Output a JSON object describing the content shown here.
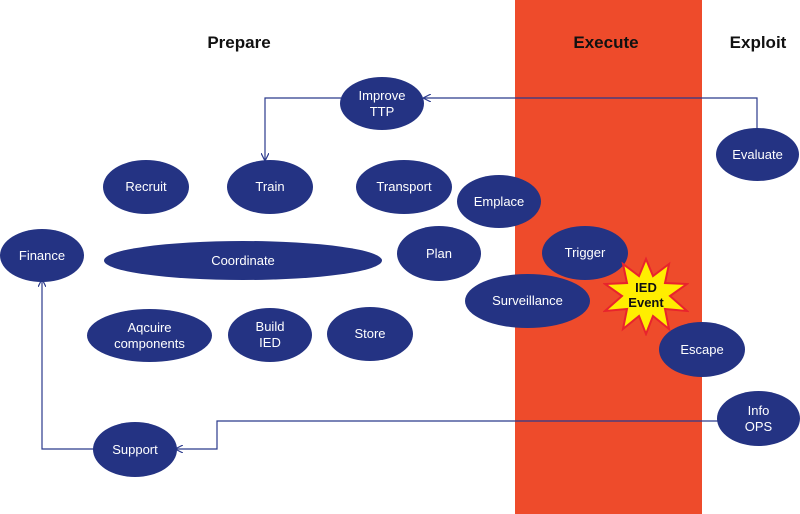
{
  "colors": {
    "node_fill": "#243383",
    "execute_band": "#ee4b2b",
    "link": "#2b3a8c",
    "event_fill": "#ffee00",
    "event_stroke": "#e8232d"
  },
  "phases": {
    "prepare": "Prepare",
    "execute": "Execute",
    "exploit": "Exploit"
  },
  "nodes": {
    "improve_ttp": "Improve\nTTP",
    "evaluate": "Evaluate",
    "recruit": "Recruit",
    "train": "Train",
    "transport": "Transport",
    "emplace": "Emplace",
    "finance": "Finance",
    "coordinate": "Coordinate",
    "plan": "Plan",
    "trigger": "Trigger",
    "surveillance": "Surveillance",
    "acquire_components": "Aqcuire\ncomponents",
    "build_ied": "Build\nIED",
    "store": "Store",
    "escape": "Escape",
    "info_ops": "Info\nOPS",
    "support": "Support"
  },
  "event": {
    "label": "IED\nEvent"
  }
}
